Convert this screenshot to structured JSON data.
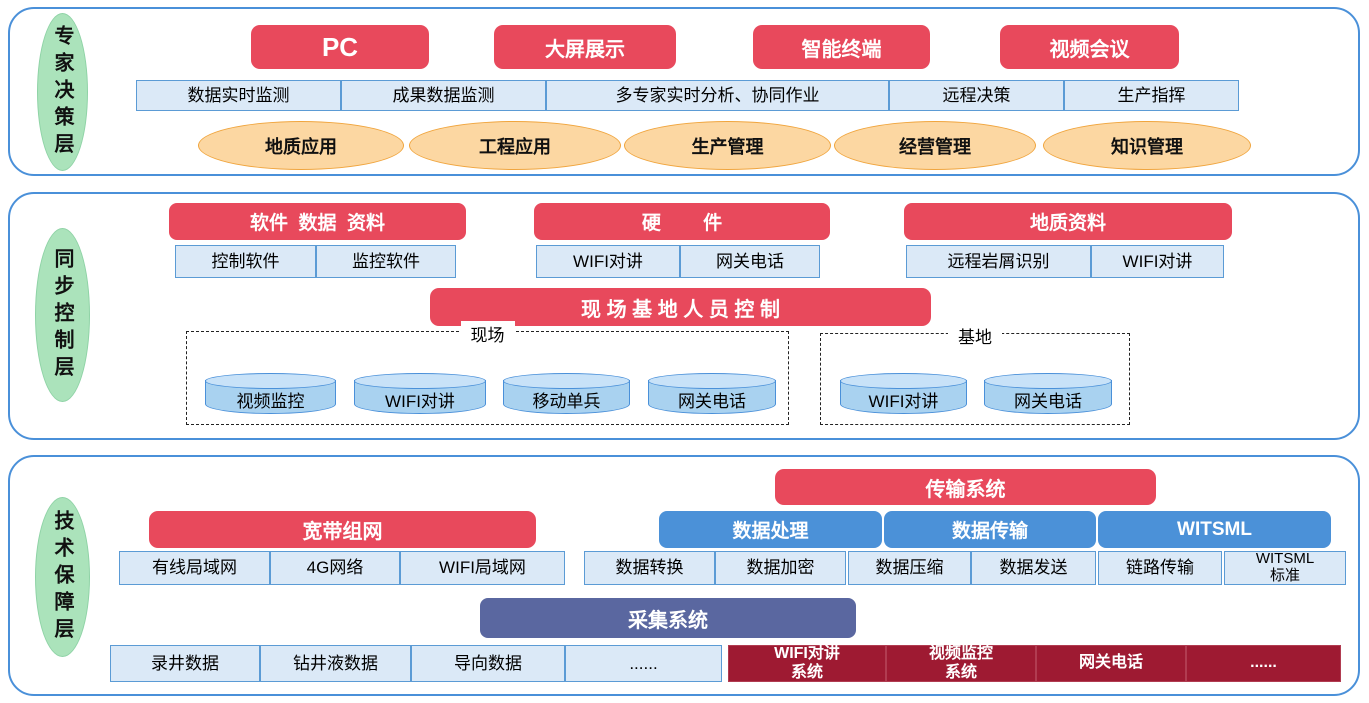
{
  "layer1": {
    "label": "专家决策层",
    "devices": [
      "PC",
      "大屏展示",
      "智能终端",
      "视频会议"
    ],
    "functions": [
      "数据实时监测",
      "成果数据监测",
      "多专家实时分析、协同作业",
      "远程决策",
      "生产指挥"
    ],
    "applications": [
      "地质应用",
      "工程应用",
      "生产管理",
      "经营管理",
      "知识管理"
    ]
  },
  "layer2": {
    "label": "同步控制层",
    "group_titles": [
      "软件  数据  资料",
      "硬        件",
      "地质资料"
    ],
    "software_items": [
      "控制软件",
      "监控软件"
    ],
    "hardware_items": [
      "WIFI对讲",
      "网关电话"
    ],
    "geology_items": [
      "远程岩屑识别",
      "WIFI对讲"
    ],
    "control_bar": "现 场 基 地 人 员 控 制",
    "site_zone": {
      "label": "现场",
      "cylinders": [
        "视频监控",
        "WIFI对讲",
        "移动单兵",
        "网关电话"
      ]
    },
    "base_zone": {
      "label": "基地",
      "cylinders": [
        "WIFI对讲",
        "网关电话"
      ]
    }
  },
  "layer3": {
    "label": "技术保障层",
    "transmission_system": "传输系统",
    "broadband_network": "宽带组网",
    "process_bars": [
      "数据处理",
      "数据传输",
      "WITSML"
    ],
    "network_boxes": [
      "有线局域网",
      "4G网络",
      "WIFI局域网"
    ],
    "data_boxes": [
      "数据转换",
      "数据加密",
      "数据压缩",
      "数据发送",
      "链路传输",
      "WITSML\n标准"
    ],
    "collection_system": "采集系统",
    "source_boxes": [
      "录井数据",
      "钻井液数据",
      "导向数据",
      "......"
    ],
    "system_boxes": [
      "WIFI对讲\n系统",
      "视频监控\n系统",
      "网关电话",
      "......"
    ]
  },
  "colors": {
    "layer_border_blue": "#4a90d9",
    "red_bar": "#e8495c",
    "light_blue_fill": "#dbe9f7",
    "light_blue_border": "#5b9bd5",
    "orange_fill": "#fcd7a2",
    "orange_border": "#f0a53e",
    "green_label_fill": "#abe3bb",
    "strong_blue_bar": "#4b91d8",
    "slate_blue_bar": "#5a67a0",
    "dark_red_box": "#9e1a32"
  }
}
